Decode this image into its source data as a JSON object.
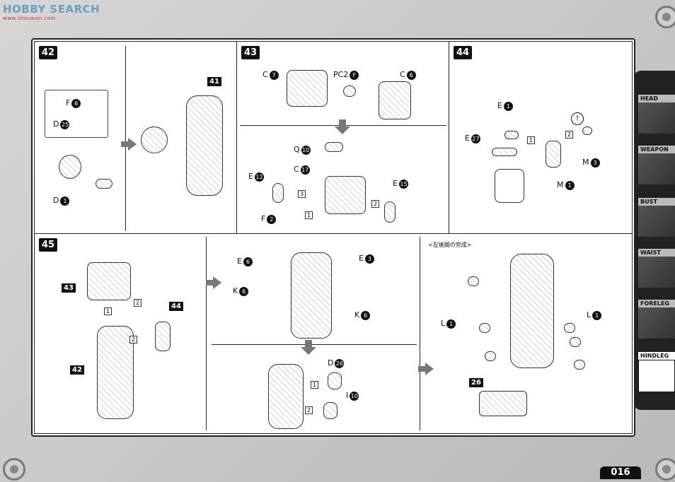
{
  "watermark": {
    "text": "HOBBY SEARCH",
    "url": "www.shouwan.com"
  },
  "page_number": "016",
  "sidebar": {
    "items": [
      {
        "label": "HEAD"
      },
      {
        "label": "WEAPON"
      },
      {
        "label": "BUST"
      },
      {
        "label": "WAIST"
      },
      {
        "label": "FORELEG"
      },
      {
        "label": "HINDLEG"
      }
    ],
    "active": "HINDLEG"
  },
  "steps": {
    "s42": {
      "number": "42",
      "parts": {
        "f": "F",
        "f_n": "6",
        "d1": "D",
        "d1_n": "25",
        "d2": "D",
        "d2_n": "1"
      },
      "ref": "41"
    },
    "s43": {
      "number": "43",
      "parts": {
        "c1": "C",
        "c1_n": "7",
        "pc": "PC2",
        "pc_n": "F",
        "c2": "C",
        "c2_n": "6",
        "q": "Q",
        "q_n": "10",
        "c3": "C",
        "c3_n": "17",
        "e1": "E",
        "e1_n": "12",
        "e2": "E",
        "e2_n": "15",
        "f": "F",
        "f_n": "2"
      },
      "seq": [
        "3",
        "2",
        "1"
      ]
    },
    "s44": {
      "number": "44",
      "parts": {
        "e1": "E",
        "e1_n": "1",
        "e2": "E",
        "e2_n": "27",
        "m1": "M",
        "m1_n": "3",
        "m2": "M",
        "m2_n": "1"
      },
      "seq": [
        "1",
        "2"
      ],
      "caution": "!"
    },
    "s45": {
      "number": "45",
      "refs": [
        "43",
        "44",
        "42"
      ],
      "seq": [
        "1",
        "2",
        "2"
      ],
      "mid": {
        "e1": "E",
        "e1_n": "6",
        "e2": "E",
        "e2_n": "3",
        "k1": "K",
        "k1_n": "6",
        "k2": "K",
        "k2_n": "6",
        "d": "D",
        "d_n": "26",
        "i": "I",
        "i_n": "10",
        "seq": [
          "1",
          "2"
        ]
      },
      "right": {
        "heading": "<左後脚の完成>",
        "l1": "L",
        "l1_n": "1",
        "l2": "L",
        "l2_n": "1",
        "ref": "26"
      }
    }
  }
}
